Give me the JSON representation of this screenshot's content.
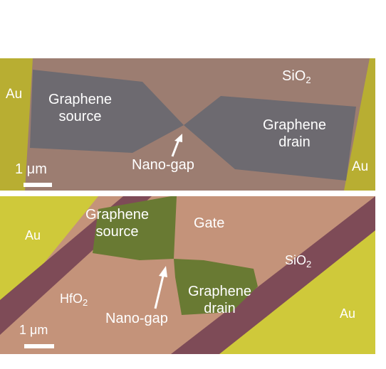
{
  "top_panel": {
    "labels": {
      "au_left": "Au",
      "au_right": "Au",
      "sio2_main": "SiO",
      "sio2_sub": "2",
      "graphene_source": [
        "Graphene",
        "source"
      ],
      "graphene_drain": [
        "Graphene",
        "drain"
      ],
      "nano_gap": "Nano-gap",
      "scale": "1 μm"
    },
    "colors": {
      "au": "#b8ae32",
      "substrate": "#9c7d71",
      "graphene": "#6d6a70"
    }
  },
  "bottom_panel": {
    "labels": {
      "au_left": "Au",
      "au_right": "Au",
      "sio2_main": "SiO",
      "sio2_sub": "2",
      "hfo2_main": "HfO",
      "hfo2_sub": "2",
      "gate": "Gate",
      "graphene_source": [
        "Graphene",
        "source"
      ],
      "graphene_drain": [
        "Graphene",
        "drain"
      ],
      "nano_gap": "Nano-gap",
      "scale": "1 μm"
    },
    "colors": {
      "au": "#cfc93a",
      "gate": "#c4937a",
      "sio2_strip": "#7e4b57",
      "graphene": "#697a33"
    }
  }
}
